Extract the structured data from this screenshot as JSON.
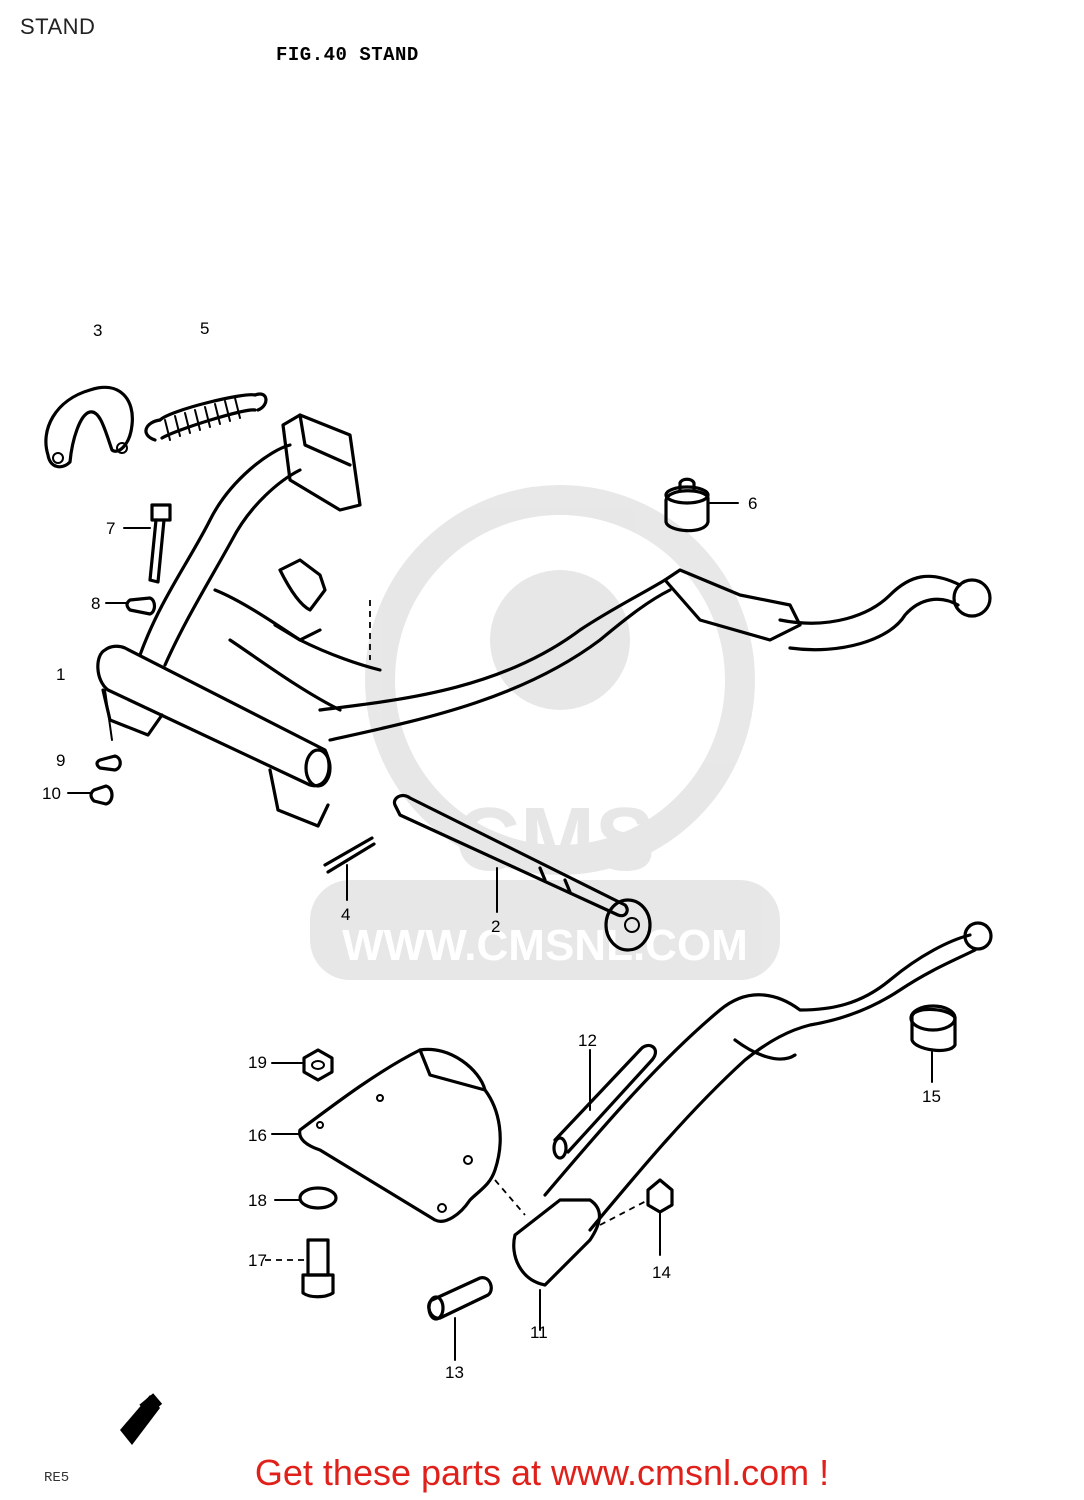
{
  "page": {
    "label": "STAND"
  },
  "figure": {
    "title": "FIG.40  STAND",
    "ref_code": "RE5"
  },
  "callouts": {
    "c1": "1",
    "c2": "2",
    "c3": "3",
    "c4": "4",
    "c5": "5",
    "c6": "6",
    "c7": "7",
    "c8": "8",
    "c9": "9",
    "c10": "10",
    "c11": "11",
    "c12": "12",
    "c13": "13",
    "c14": "14",
    "c15": "15",
    "c16": "16",
    "c17": "17",
    "c18": "18",
    "c19": "19"
  },
  "watermark": {
    "brand": "CMS",
    "url": "WWW.CMSNL.COM"
  },
  "footer": {
    "text": "Get these parts at www.cmsnl.com !"
  }
}
